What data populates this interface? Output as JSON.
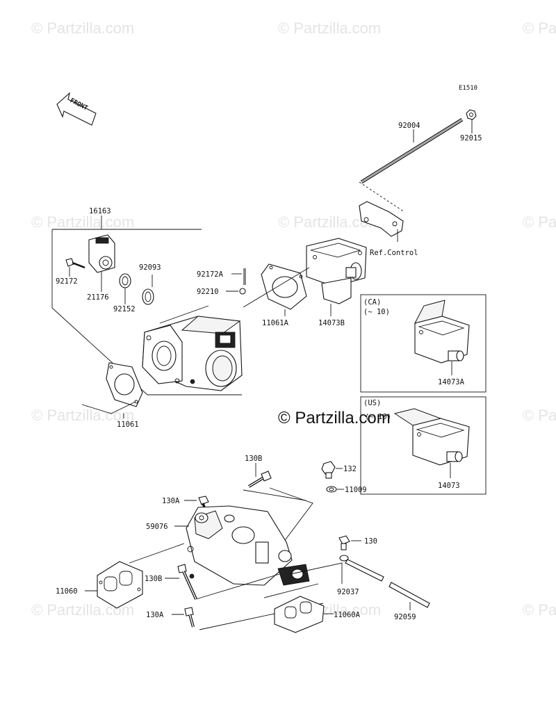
{
  "diagram_code": "E1510",
  "front_label": "FRONT",
  "watermark": "© Partzilla.com",
  "watermark_center": "© Partzilla.com",
  "partial_text": "(~ 10)",
  "variants": {
    "ca": {
      "region": "(CA)",
      "range": "(~ 10)",
      "part": "14073A"
    },
    "us": {
      "region": "(US)",
      "part": "14073"
    }
  },
  "ref_control": "Ref.Control",
  "parts": {
    "p92004": "92004",
    "p92015": "92015",
    "p16163": "16163",
    "p92172": "92172",
    "p21176": "21176",
    "p92152": "92152",
    "p92093": "92093",
    "p92172a": "92172A",
    "p92210": "92210",
    "p11061a": "11061A",
    "p14073b": "14073B",
    "p11061": "11061",
    "p130b_top": "130B",
    "p132": "132",
    "p11009": "11009",
    "p130a_top": "130A",
    "p59076": "59076",
    "p130": "130",
    "p130b_low": "130B",
    "p92037": "92037",
    "p11060": "11060",
    "p130a_low": "130A",
    "p11060a": "11060A",
    "p92059": "92059"
  }
}
